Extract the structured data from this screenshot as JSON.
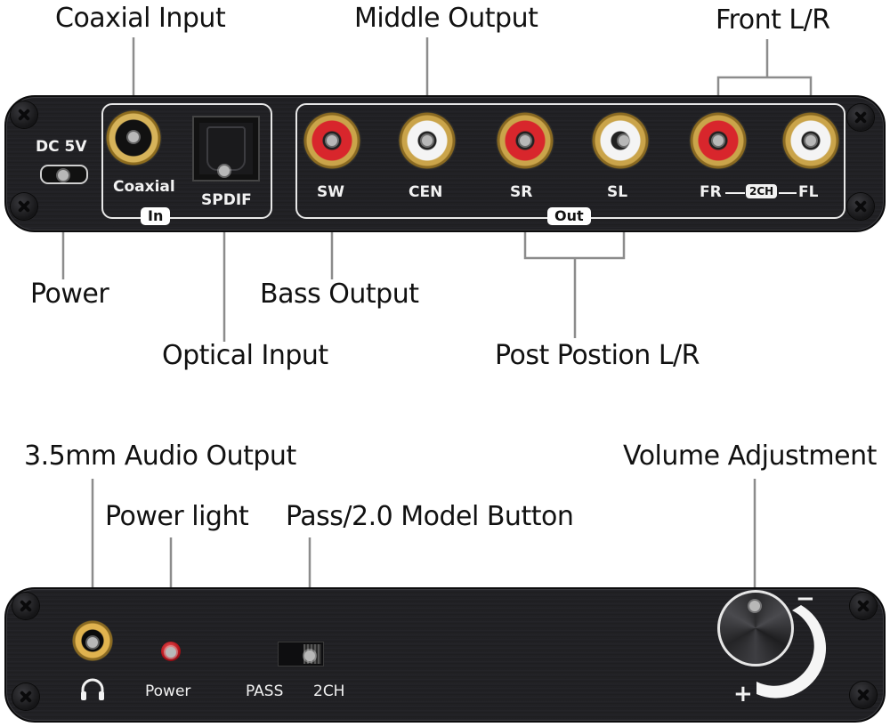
{
  "top_callouts": {
    "coaxial_input": "Coaxial Input",
    "middle_output": "Middle Output",
    "front_lr": "Front L/R",
    "power": "Power",
    "bass_output": "Bass Output",
    "optical_input": "Optical Input",
    "post_position_lr": "Post Postion L/R"
  },
  "rear_panel": {
    "dc_label": "DC  5V",
    "coaxial_label": "Coaxial",
    "spdif_label": "SPDIF",
    "in_tag": "In",
    "out_tag": "Out",
    "outputs": [
      {
        "label": "SW",
        "color": "red"
      },
      {
        "label": "CEN",
        "color": "white"
      },
      {
        "label": "SR",
        "color": "red"
      },
      {
        "label": "SL",
        "color": "white"
      },
      {
        "label": "FR",
        "color": "red"
      },
      {
        "label": "FL",
        "color": "white"
      }
    ],
    "fr_label": "FR",
    "fl_label": "FL",
    "twoch_badge": "2CH"
  },
  "bottom_callouts": {
    "audio_output": "3.5mm Audio Output",
    "power_light": "Power light",
    "pass_button": "Pass/2.0 Model Button",
    "volume": "Volume Adjustment"
  },
  "front_panel": {
    "headphone_icon": "headphone-icon",
    "power_label": "Power",
    "pass_label": "PASS",
    "twoch_label": "2CH",
    "minus_sign": "−",
    "plus_sign": "+"
  },
  "colors": {
    "panel": "#222225",
    "rca_red": "#d8262c",
    "rca_white": "#f4f4f4",
    "gold": "#caa44a",
    "leader_line": "#8c8c8c"
  }
}
